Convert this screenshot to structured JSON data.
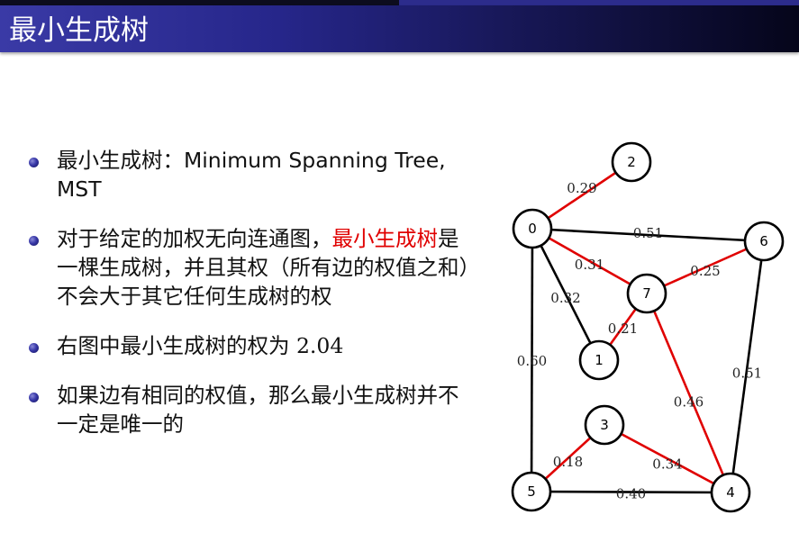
{
  "slide": {
    "title": "最小生成树"
  },
  "bullets": [
    {
      "text": "最小生成树：Minimum Spanning Tree, MST"
    },
    {
      "pre": "对于给定的加权无向连通图，",
      "highlight": "最小生成树",
      "post": "是一棵生成树，并且其权（所有边的权值之和）不会大于其它任何生成树的权"
    },
    {
      "text": "右图中最小生成树的权为",
      "value": "2.04"
    },
    {
      "text": "如果边有相同的权值，那么最小生成树并不一定是唯一的"
    }
  ],
  "graph": {
    "colors": {
      "mst_edge": "#e00000",
      "other_edge": "#000000"
    },
    "nodes": [
      "0",
      "1",
      "2",
      "3",
      "4",
      "5",
      "6",
      "7"
    ],
    "edges": [
      {
        "from": "0",
        "to": "2",
        "weight": "0.29",
        "in_mst": true
      },
      {
        "from": "0",
        "to": "6",
        "weight": "0.51",
        "in_mst": false
      },
      {
        "from": "0",
        "to": "7",
        "weight": "0.31",
        "in_mst": true
      },
      {
        "from": "0",
        "to": "1",
        "weight": "0.32",
        "in_mst": false
      },
      {
        "from": "0",
        "to": "5",
        "weight": "0.60",
        "in_mst": false
      },
      {
        "from": "7",
        "to": "6",
        "weight": "0.25",
        "in_mst": true
      },
      {
        "from": "7",
        "to": "1",
        "weight": "0.21",
        "in_mst": true
      },
      {
        "from": "7",
        "to": "4",
        "weight": "0.46",
        "in_mst": true
      },
      {
        "from": "6",
        "to": "4",
        "weight": "0.51",
        "in_mst": false
      },
      {
        "from": "3",
        "to": "4",
        "weight": "0.34",
        "in_mst": true
      },
      {
        "from": "5",
        "to": "3",
        "weight": "0.18",
        "in_mst": true
      },
      {
        "from": "5",
        "to": "4",
        "weight": "0.40",
        "in_mst": false
      }
    ]
  }
}
